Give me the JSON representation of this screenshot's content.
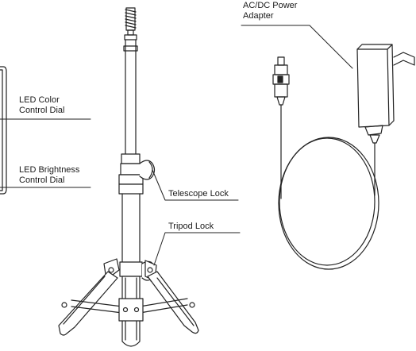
{
  "labels": {
    "led_color": [
      "LED Color",
      "Control Dial"
    ],
    "led_brightness": [
      "LED Brightness",
      "Control Dial"
    ],
    "telescope_lock": "Telescope Lock",
    "tripod_lock": "Tripod Lock",
    "power_adapter": [
      "AC/DC Power",
      "Adapter"
    ]
  },
  "colors": {
    "line": "#222222",
    "text": "#1a1a1a",
    "background": "#ffffff"
  }
}
